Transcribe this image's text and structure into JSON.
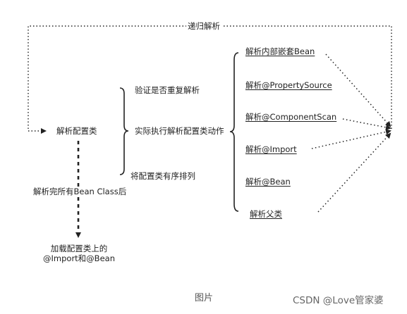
{
  "diagram": {
    "recursive_label": "递归解析",
    "parse_config_class": "解析配置类",
    "steps": [
      "验证是否重复解析",
      "实际执行解析配置类动作",
      "将配置类有序排列"
    ],
    "actions": [
      "解析内部嵌套Bean",
      "解析@PropertySource",
      "解析@ComponentScan",
      "解析@Import",
      "解析@Bean",
      "解析父类"
    ],
    "after_all_label": "解析完所有Bean Class后",
    "load_label_line1": "加载配置类上的",
    "load_label_line2": "@Import和@Bean"
  },
  "caption": "图片",
  "credit": "CSDN @Love管家婆"
}
